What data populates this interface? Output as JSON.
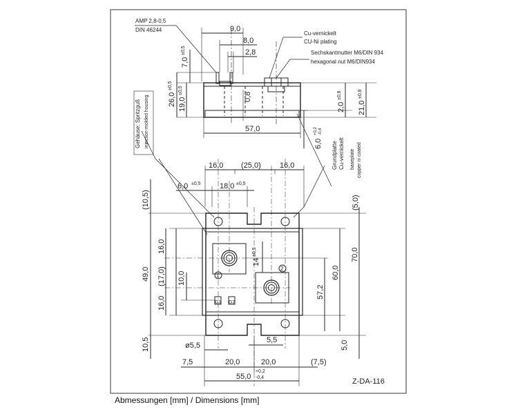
{
  "notes": {
    "amp": "AMP 2,8-0,5",
    "din": "DIN 46244",
    "cu_de": "Cu-vernickelt",
    "cu_en": "CU-Ni plating",
    "nut_de": "Sechskantmutter M6/DIN 934",
    "nut_en": "hexagonal nut M6/DIN934",
    "housing_de": "Gehäuse: Spritzguß",
    "housing_en": "injection-molded housing",
    "base_de1": "Grundplatte",
    "base_de2": "Cu-vernickelt",
    "base_en1": "baseplate",
    "base_en2": "copper ni coated"
  },
  "side_view": {
    "d_9_0": "9,0",
    "d_8_0": "8,0",
    "d_2_8": "2,8",
    "d_7_0": "7,0",
    "d_7_0_tol": "±0,5",
    "d_26_0": "26,0",
    "d_26_0_tol": "±0,5",
    "d_19_0": "19,0",
    "d_19_0_tol": "±0,5",
    "d_0_8": "0,8",
    "d_2_0": "2,0",
    "d_2_0_tol": "±0,8",
    "d_21_0": "21,0",
    "d_21_0_tol": "±0,8",
    "d_57_0": "57,0",
    "d_6_0": "6,0",
    "d_6_0_tol_up": "+0,2",
    "d_6_0_tol_dn": "-0,4"
  },
  "top_view": {
    "d_16_0_left": "16,0",
    "d_25_0": "(25,0)",
    "d_16_0_right": "16,0",
    "d_6_0": "6,0",
    "d_6_0_tol": "±0,5",
    "d_18_0": "18,0",
    "d_18_0_tol": "±0,5",
    "d_10_5_top": "(10,5)",
    "d_5_0_top": "(5,0)",
    "d_16_0_v": "16,0",
    "d_49_0": "49,0",
    "d_17_0": "(17,0)",
    "d_10_0": "10,0",
    "d_16_0_v2": "16,0",
    "d_14": "14",
    "d_14_tol": "±0,5",
    "d_60_0": "60,0",
    "d_70_0": "70,0",
    "d_57_2": "57,2",
    "d_10_5_bot": "10,5",
    "d_5_0_bot": "5,0",
    "d_dia": "ø5,5",
    "d_5_5": "5,5",
    "d_7_5_left": "7,5",
    "d_20_0_a": "20,0",
    "d_20_0_b": "20,0",
    "d_7_5_right": "(7,5)",
    "d_55_0": "55,0",
    "d_55_0_tol_up": "+0,2",
    "d_55_0_tol_dn": "-0,4"
  },
  "terminals": {
    "t1": "1",
    "t2": "2",
    "g1": "G1",
    "g2": "G2"
  },
  "drawing_id": "Z-DA-116",
  "caption": "Abmessungen [mm] / Dimensions [mm]"
}
